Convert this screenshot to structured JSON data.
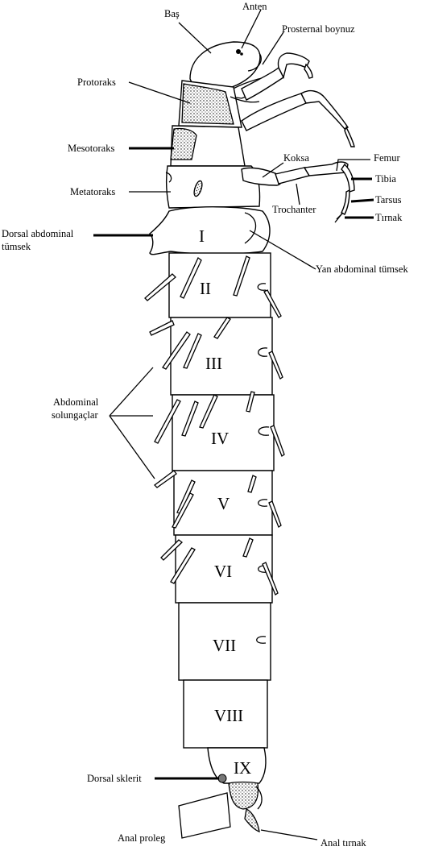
{
  "labels": {
    "bas": "Baş",
    "anten": "Anten",
    "prosternal": "Prosternal boynuz",
    "protoraks": "Protoraks",
    "mesotoraks": "Mesotoraks",
    "metatoraks": "Metatoraks",
    "koksa": "Koksa",
    "femur": "Femur",
    "tibia": "Tibia",
    "tarsus": "Tarsus",
    "tirnak": "Tırnak",
    "trochanter": "Trochanter",
    "dorsal_abd_1": "Dorsal abdominal",
    "dorsal_abd_2": "tümsek",
    "yan_abd": "Yan abdominal tümsek",
    "abd_sol_1": "Abdominal",
    "abd_sol_2": "solungaçlar",
    "dorsal_sklerit": "Dorsal sklerit",
    "anal_proleg": "Anal proleg",
    "anal_tirnak": "Anal tırnak"
  },
  "segments": [
    "I",
    "II",
    "III",
    "IV",
    "V",
    "VI",
    "VII",
    "VIII",
    "IX"
  ]
}
